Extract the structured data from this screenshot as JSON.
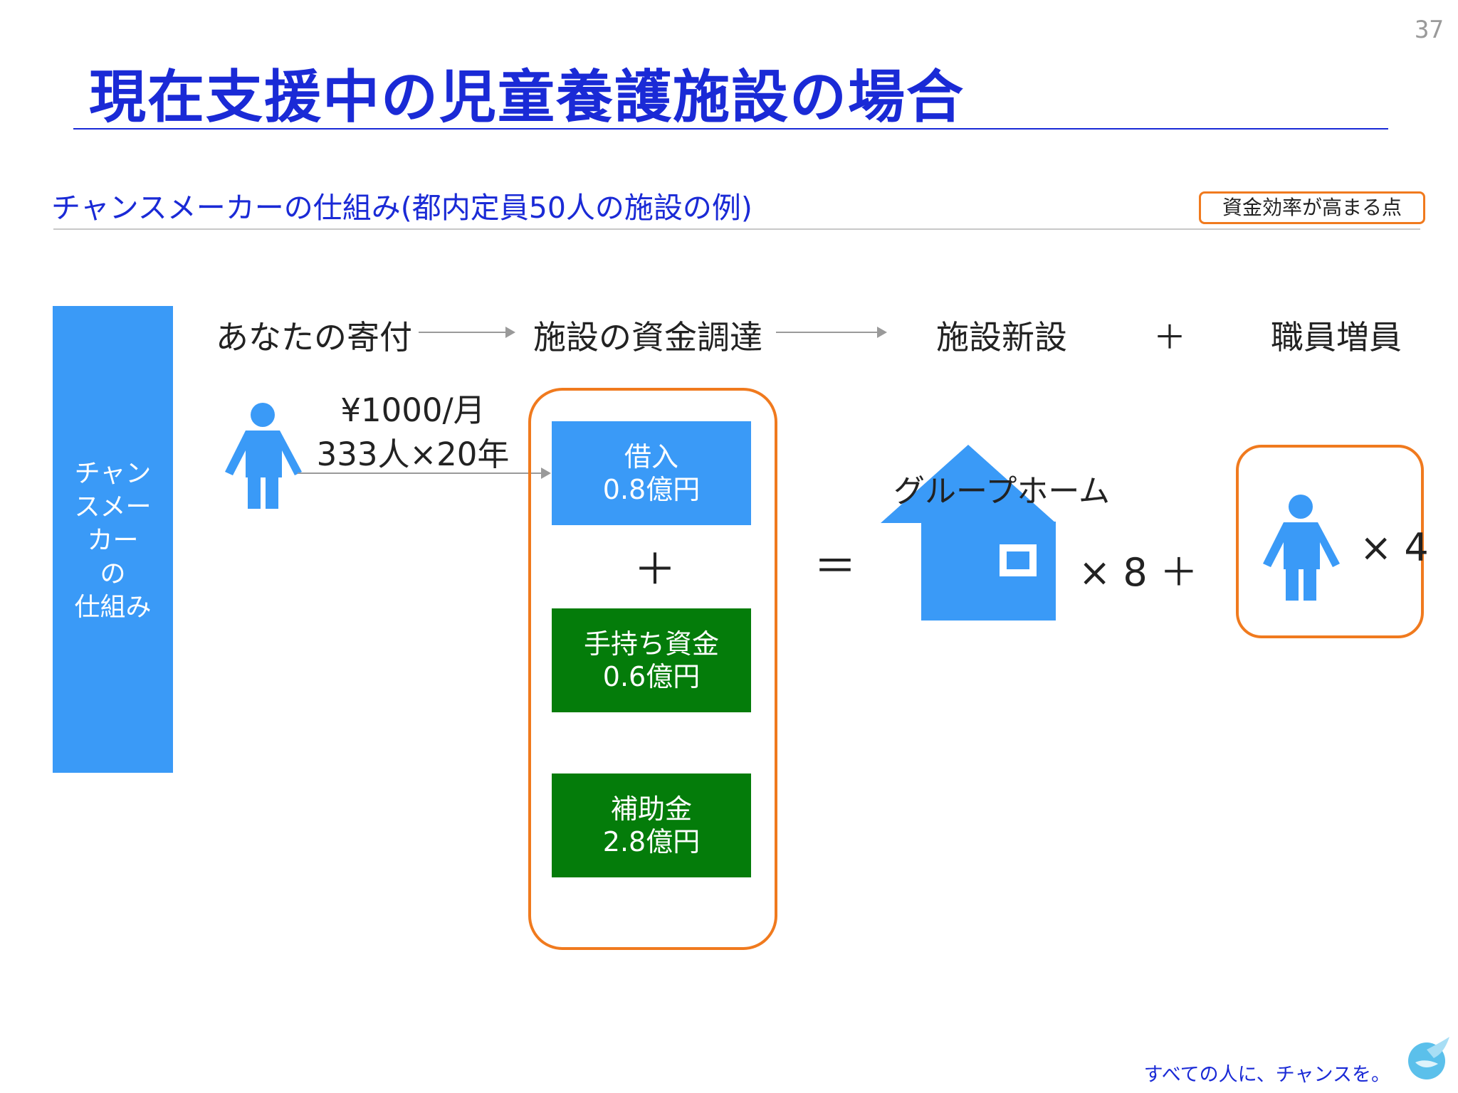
{
  "page_number": "37",
  "title": "現在支援中の児童養護施設の場合",
  "subtitle": "チャンスメーカーの仕組み(都内定員50人の施設の例)",
  "legend": "資金効率が高まる点",
  "side_panel": "チャン\nスメー\nカー\nの\n仕組み",
  "flow": {
    "step1": "あなたの寄付",
    "step2": "施設の資金調達",
    "step3": "施設新設",
    "plus": "＋",
    "step4": "職員増員"
  },
  "donation": {
    "monthly": "¥1000/月",
    "detail": "333人×20年"
  },
  "funding": {
    "loan_label": "借入",
    "loan_amount": "0.8億円",
    "plus": "＋",
    "own_label": "手持ち資金",
    "own_amount": "0.6億円",
    "subsidy_label": "補助金",
    "subsidy_amount": "2.8億円"
  },
  "equals": "＝",
  "house": {
    "label": "グループホーム",
    "multiplier": "× 8 ＋"
  },
  "staff": {
    "multiplier": "× 4"
  },
  "footer": "すべての人に、チャンスを。",
  "colors": {
    "title_blue": "#1a2ad6",
    "accent_blue": "#3a9af7",
    "green": "#047c0a",
    "orange": "#f07a1e"
  }
}
